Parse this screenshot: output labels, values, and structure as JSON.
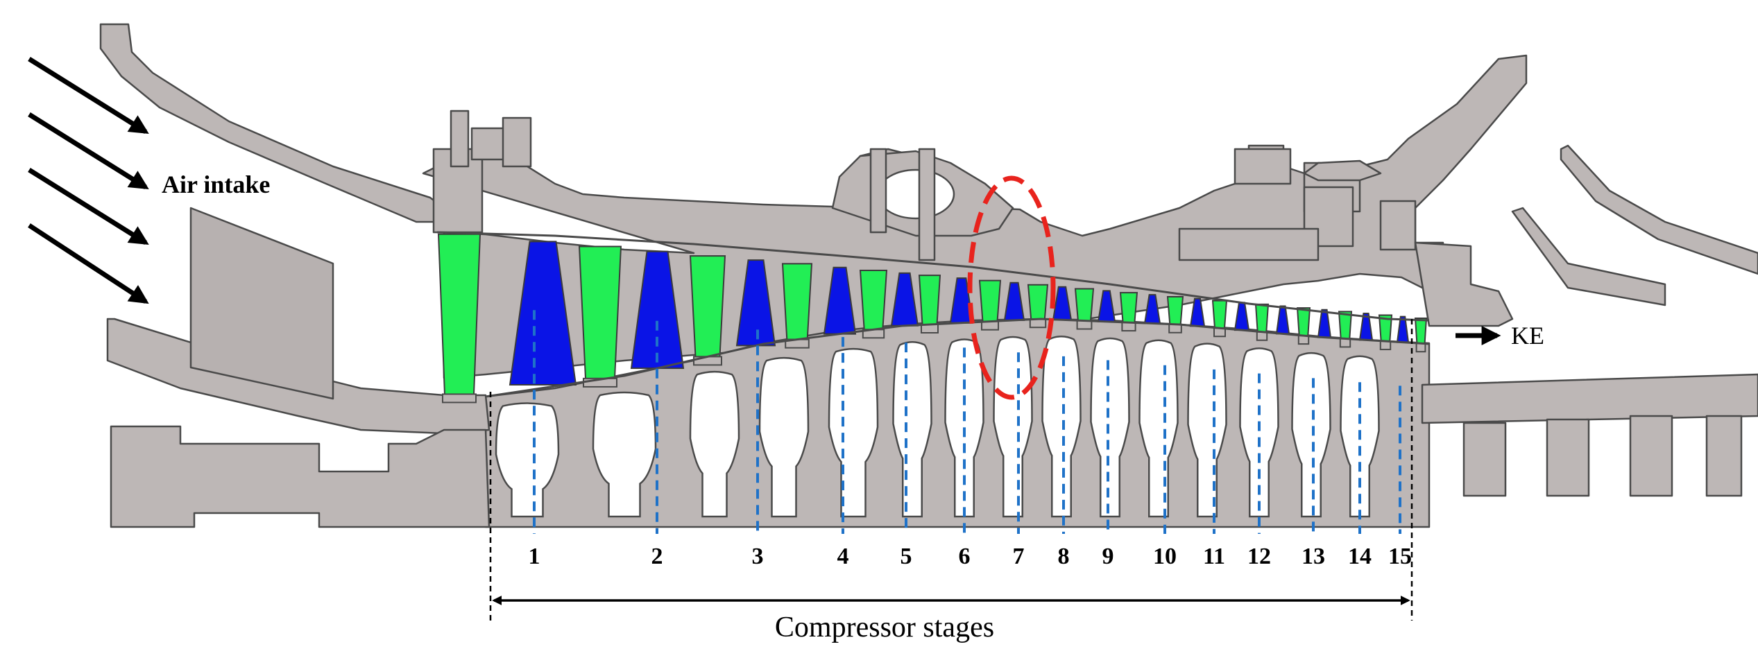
{
  "labels": {
    "air_intake": "Air intake",
    "exit": "KE",
    "axis_caption": "Compressor stages"
  },
  "stages": [
    "1",
    "2",
    "3",
    "4",
    "5",
    "6",
    "7",
    "8",
    "9",
    "10",
    "11",
    "12",
    "13",
    "14",
    "15"
  ],
  "colors": {
    "casing": "#bdb7b6",
    "outline": "#4a4a4a",
    "stator_vane": "#22ee55",
    "rotor_blade": "#0a14e6",
    "stage_marker": "#1f72c8",
    "highlight": "#e8231d",
    "arrow": "#000000"
  },
  "highlighted_stage": "7"
}
